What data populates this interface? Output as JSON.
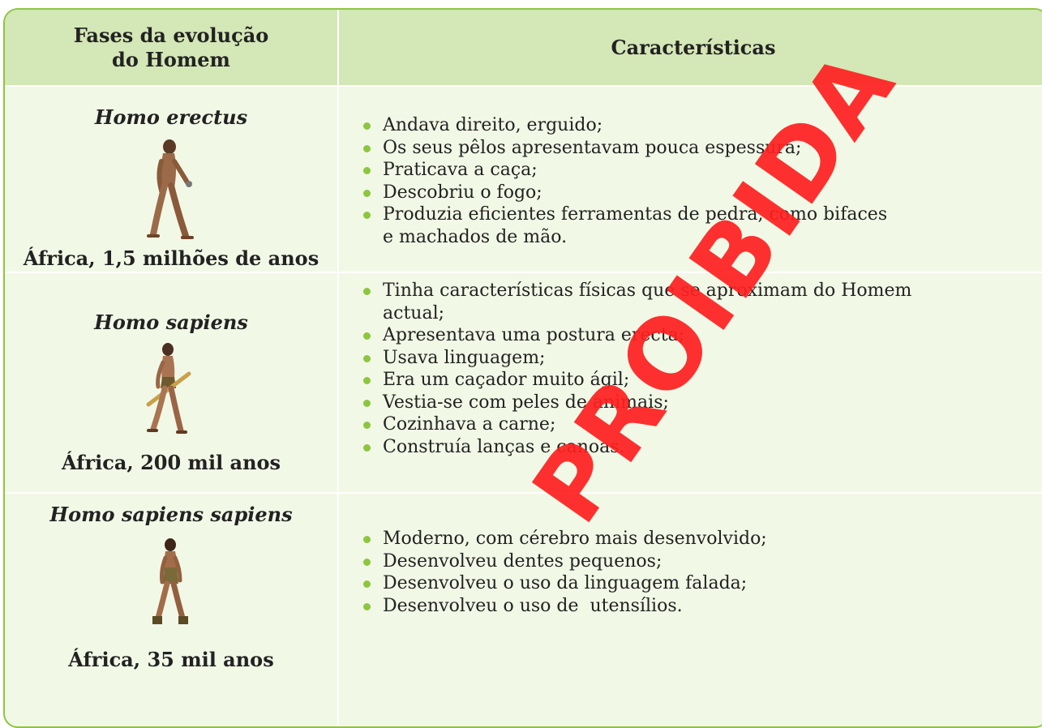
{
  "table": {
    "header": {
      "col1_line1": "Fases da evolução",
      "col1_line2": "do Homem",
      "col2": "Características"
    },
    "rows": [
      {
        "species": "Homo erectus",
        "place": "África, 1,5 milhões de anos",
        "figure_icon": "homo-erectus-illustration",
        "traits": [
          "Andava direito, erguido;",
          "Os seus pêlos apresentavam pouca espessura;",
          "Praticava a caça;",
          "Descobriu o fogo;",
          "Produzia eficientes ferramentas de pedra, como bifaces e machados de mão."
        ]
      },
      {
        "species": "Homo sapiens",
        "place": "África, 200 mil anos",
        "figure_icon": "homo-sapiens-illustration",
        "traits": [
          "Tinha características físicas que se aproximam do Homem actual;",
          "Apresentava uma postura erecta;",
          "Usava linguagem;",
          "Era um caçador muito ágil;",
          "Vestia-se com peles de animais;",
          "Cozinhava a carne;",
          "Construía lanças e canoas."
        ]
      },
      {
        "species": "Homo sapiens sapiens",
        "place": "África, 35 mil anos",
        "figure_icon": "homo-sapiens-sapiens-illustration",
        "traits": [
          "Moderno, com cérebro mais desenvolvido;",
          "Desenvolveu dentes pequenos;",
          "Desenvolveu o uso da linguagem falada;",
          "Desenvolveu o uso de  utensílios."
        ]
      }
    ]
  },
  "watermark": "PROIBIDA",
  "colors": {
    "border": "#8cc63f",
    "header_bg": "#d4e7b6",
    "body_bg": "#f2f8e6",
    "bullet": "#8cc63f",
    "watermark": "#ff2020"
  }
}
